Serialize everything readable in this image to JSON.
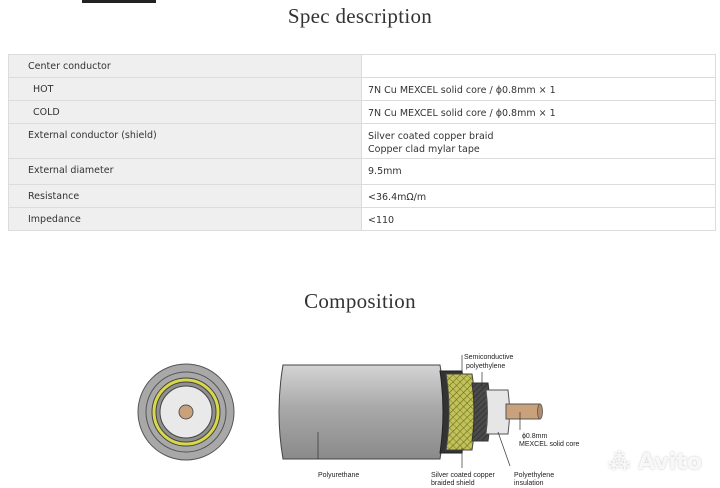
{
  "spec": {
    "title": "Spec description",
    "rows": [
      {
        "label": "Center conductor",
        "values": [
          ""
        ]
      },
      {
        "label": "HOT",
        "values": [
          "7N Cu MEXCEL solid core / ϕ0.8mm × 1"
        ]
      },
      {
        "label": "COLD",
        "values": [
          "7N Cu MEXCEL solid core / ϕ0.8mm × 1"
        ]
      },
      {
        "label": "External conductor (shield)",
        "values": [
          "Silver coated copper braid",
          "Copper clad mylar tape"
        ]
      },
      {
        "label": "External diameter",
        "values": [
          "9.5mm"
        ]
      },
      {
        "label": "Resistance",
        "values": [
          "<36.4mΩ/m"
        ]
      },
      {
        "label": "Impedance",
        "values": [
          "<110"
        ]
      }
    ]
  },
  "composition": {
    "title": "Composition",
    "labels": {
      "semiconductive_1": "Semiconductive",
      "semiconductive_2": "polyethylene",
      "core_1": "ϕ0.8mm",
      "core_2": "MEXCEL solid core",
      "polyurethane": "Polyurethane",
      "braid_1": "Silver coated copper",
      "braid_2": "braided shield",
      "insulation_1": "Polyethylene",
      "insulation_2": "insulation"
    },
    "colors": {
      "jacket": "#a8a8a8",
      "braid": "#b9b94a",
      "semiconductive": "#3a3a3a",
      "insulation": "#e8e8e8",
      "conductor": "#c9a27c"
    }
  },
  "watermark": {
    "text": "Avito"
  }
}
